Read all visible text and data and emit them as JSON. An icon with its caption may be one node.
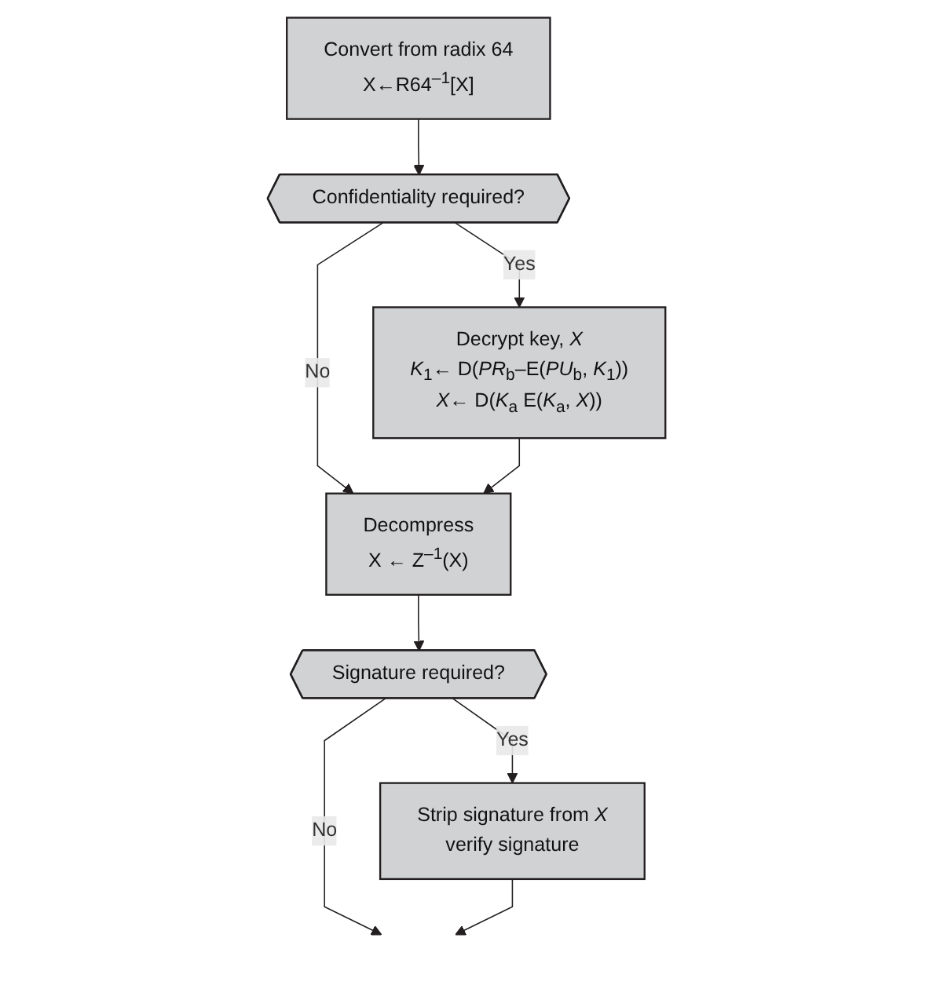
{
  "diagram": {
    "nodes": [
      {
        "text": [
          "Convert from radix 64",
          "X←R64$^{–1}$[X]"
        ]
      },
      {
        "text": [
          "Confidentiality required?"
        ]
      },
      {
        "text": [
          "Decrypt key, *X*",
          "*K*$_{1}$← D(*PR*$_{b}$–E(*PU*$_{b}$, *K*$_{1}$))",
          "*X*← D(*K*$_{a}$ E(*K*$_{a}$, *X*))"
        ]
      },
      {
        "text": [
          "Decompress",
          "X ← Z$^{–1}$(X)"
        ]
      },
      {
        "text": [
          "Signature required?"
        ]
      },
      {
        "text": [
          "Strip signature from *X*",
          "verify signature"
        ]
      }
    ],
    "edges": [
      {
        "from": 0,
        "to": 1,
        "arrow": "to"
      },
      {
        "from": 1,
        "to": 2,
        "label": "Yes",
        "arrow": "to"
      },
      {
        "from": 1,
        "to": 3,
        "label": "No",
        "arrow": "to"
      },
      {
        "from": 2,
        "to": 3,
        "arrow": "to"
      },
      {
        "from": 3,
        "to": 4,
        "arrow": "to"
      },
      {
        "from": 4,
        "to": 5,
        "label": "Yes",
        "arrow": "to"
      },
      {
        "from": 4,
        "to": null,
        "label": "No",
        "arrow": "to"
      },
      {
        "from": 5,
        "to": null,
        "arrow": "to"
      }
    ]
  }
}
